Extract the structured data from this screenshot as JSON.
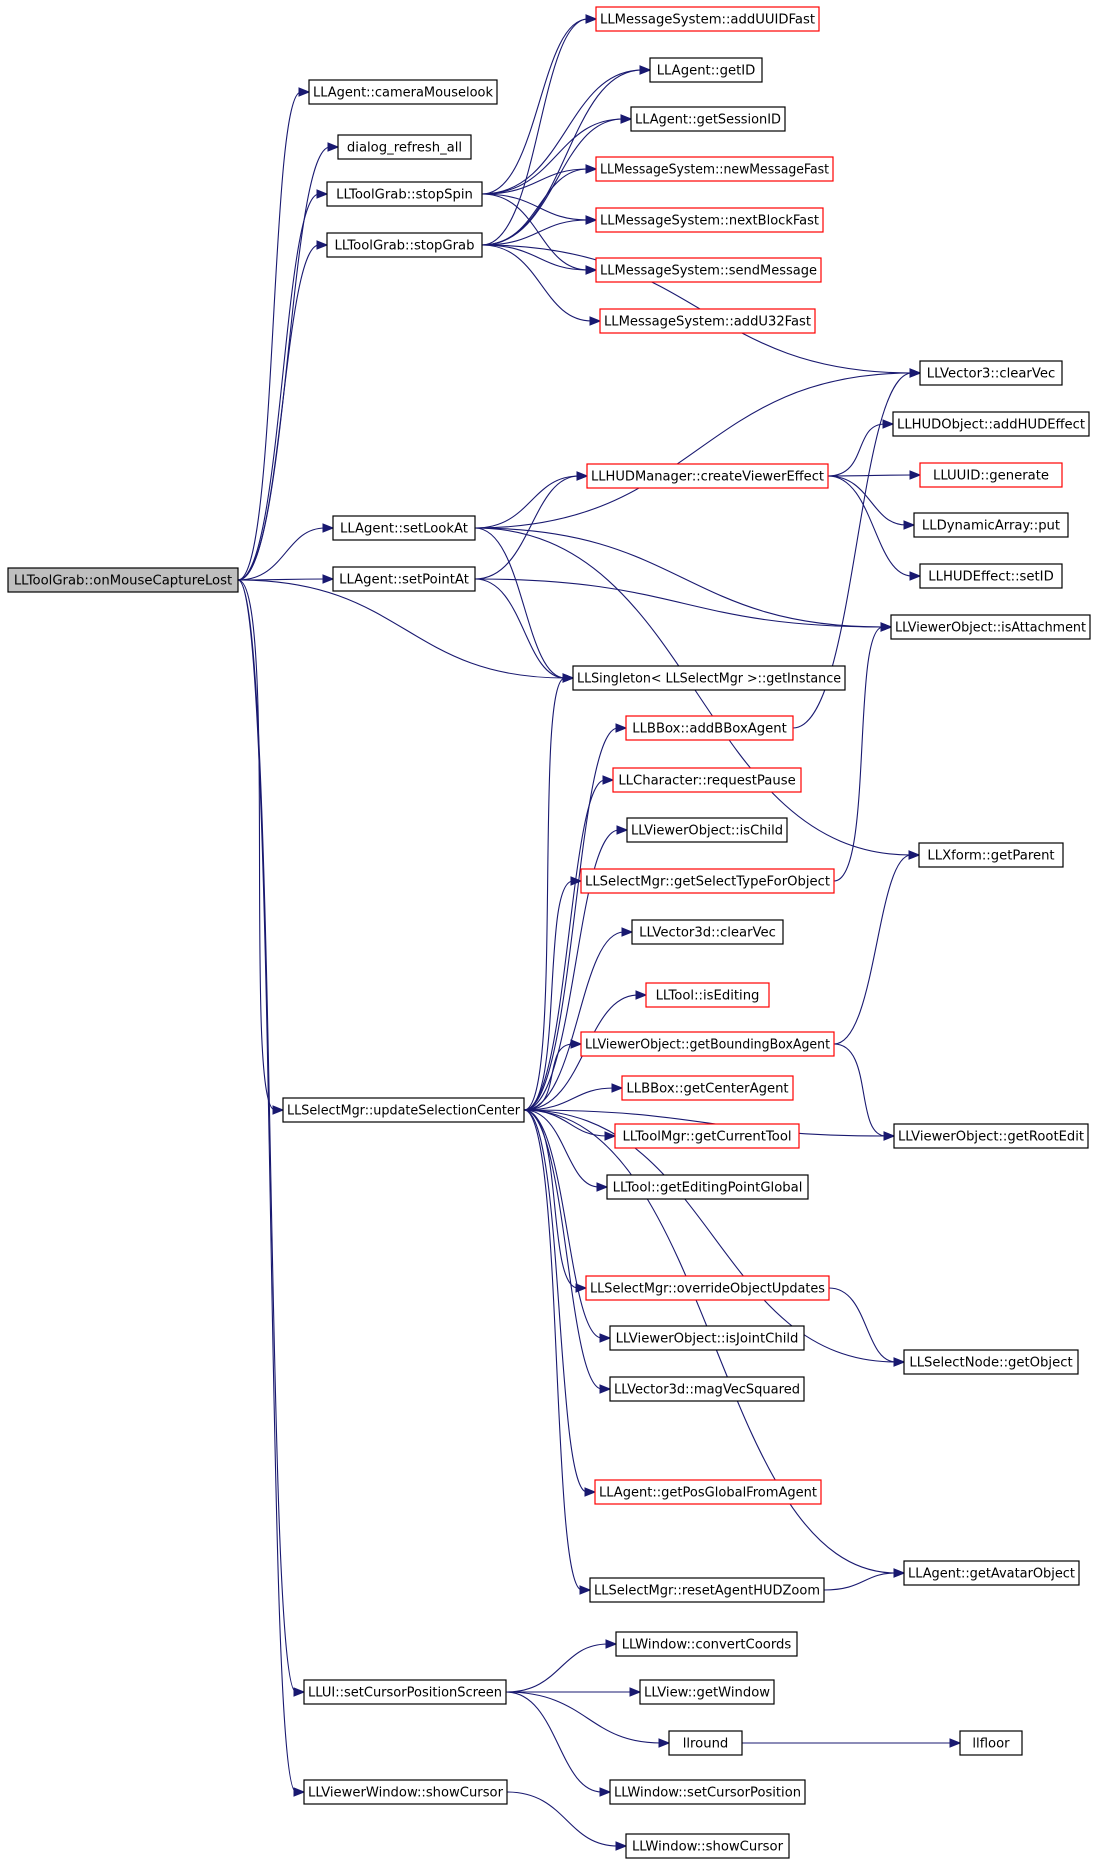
{
  "graph": {
    "title": "",
    "colors": {
      "edge": "#191970",
      "box_border": "#000000",
      "undocumented_border": "#ff0000",
      "root_fill": "#bfbfbf"
    },
    "nodes": [
      {
        "id": "onMouseCaptureLost",
        "label": "LLToolGrab::onMouseCaptureLost",
        "style": "root"
      },
      {
        "id": "cameraMouselook",
        "label": "LLAgent::cameraMouselook",
        "style": "black"
      },
      {
        "id": "dialog_refresh_all",
        "label": "dialog_refresh_all",
        "style": "black"
      },
      {
        "id": "stopSpin",
        "label": "LLToolGrab::stopSpin",
        "style": "black"
      },
      {
        "id": "stopGrab",
        "label": "LLToolGrab::stopGrab",
        "style": "black"
      },
      {
        "id": "setLookAt",
        "label": "LLAgent::setLookAt",
        "style": "black"
      },
      {
        "id": "setPointAt",
        "label": "LLAgent::setPointAt",
        "style": "black"
      },
      {
        "id": "updateSelectionCenter",
        "label": "LLSelectMgr::updateSelectionCenter",
        "style": "black"
      },
      {
        "id": "setCursorPositionScreen",
        "label": "LLUI::setCursorPositionScreen",
        "style": "black"
      },
      {
        "id": "vwShowCursor",
        "label": "LLViewerWindow::showCursor",
        "style": "black"
      },
      {
        "id": "addUUIDFast",
        "label": "LLMessageSystem::addUUIDFast",
        "style": "red"
      },
      {
        "id": "getID",
        "label": "LLAgent::getID",
        "style": "black"
      },
      {
        "id": "getSessionID",
        "label": "LLAgent::getSessionID",
        "style": "black"
      },
      {
        "id": "newMessageFast",
        "label": "LLMessageSystem::newMessageFast",
        "style": "red"
      },
      {
        "id": "nextBlockFast",
        "label": "LLMessageSystem::nextBlockFast",
        "style": "red"
      },
      {
        "id": "sendMessage",
        "label": "LLMessageSystem::sendMessage",
        "style": "red"
      },
      {
        "id": "addU32Fast",
        "label": "LLMessageSystem::addU32Fast",
        "style": "red"
      },
      {
        "id": "createViewerEffect",
        "label": "LLHUDManager::createViewerEffect",
        "style": "red"
      },
      {
        "id": "getInstance",
        "label": "LLSingleton< LLSelectMgr >::getInstance",
        "style": "black"
      },
      {
        "id": "addBBoxAgent",
        "label": "LLBBox::addBBoxAgent",
        "style": "red"
      },
      {
        "id": "requestPause",
        "label": "LLCharacter::requestPause",
        "style": "red"
      },
      {
        "id": "isChild",
        "label": "LLViewerObject::isChild",
        "style": "black"
      },
      {
        "id": "getSelectTypeForObject",
        "label": "LLSelectMgr::getSelectTypeForObject",
        "style": "red"
      },
      {
        "id": "v3dClearVec",
        "label": "LLVector3d::clearVec",
        "style": "black"
      },
      {
        "id": "isEditing",
        "label": "LLTool::isEditing",
        "style": "red"
      },
      {
        "id": "getBoundingBoxAgent",
        "label": "LLViewerObject::getBoundingBoxAgent",
        "style": "red"
      },
      {
        "id": "getCenterAgent",
        "label": "LLBBox::getCenterAgent",
        "style": "red"
      },
      {
        "id": "getCurrentTool",
        "label": "LLToolMgr::getCurrentTool",
        "style": "red"
      },
      {
        "id": "getEditingPointGlobal",
        "label": "LLTool::getEditingPointGlobal",
        "style": "black"
      },
      {
        "id": "overrideObjectUpdates",
        "label": "LLSelectMgr::overrideObjectUpdates",
        "style": "red"
      },
      {
        "id": "isJointChild",
        "label": "LLViewerObject::isJointChild",
        "style": "black"
      },
      {
        "id": "magVecSquared",
        "label": "LLVector3d::magVecSquared",
        "style": "black"
      },
      {
        "id": "getPosGlobalFromAgent",
        "label": "LLAgent::getPosGlobalFromAgent",
        "style": "red"
      },
      {
        "id": "resetAgentHUDZoom",
        "label": "LLSelectMgr::resetAgentHUDZoom",
        "style": "black"
      },
      {
        "id": "convertCoords",
        "label": "LLWindow::convertCoords",
        "style": "black"
      },
      {
        "id": "getWindow",
        "label": "LLView::getWindow",
        "style": "black"
      },
      {
        "id": "llround",
        "label": "llround",
        "style": "black"
      },
      {
        "id": "setCursorPosition",
        "label": "LLWindow::setCursorPosition",
        "style": "black"
      },
      {
        "id": "wShowCursor",
        "label": "LLWindow::showCursor",
        "style": "black"
      },
      {
        "id": "v3ClearVec",
        "label": "LLVector3::clearVec",
        "style": "black"
      },
      {
        "id": "addHUDEffect",
        "label": "LLHUDObject::addHUDEffect",
        "style": "black"
      },
      {
        "id": "generate",
        "label": "LLUUID::generate",
        "style": "red"
      },
      {
        "id": "put",
        "label": "LLDynamicArray::put",
        "style": "black"
      },
      {
        "id": "setID",
        "label": "LLHUDEffect::setID",
        "style": "black"
      },
      {
        "id": "isAttachment",
        "label": "LLViewerObject::isAttachment",
        "style": "black"
      },
      {
        "id": "getParent",
        "label": "LLXform::getParent",
        "style": "black"
      },
      {
        "id": "getRootEdit",
        "label": "LLViewerObject::getRootEdit",
        "style": "black"
      },
      {
        "id": "getObject",
        "label": "LLSelectNode::getObject",
        "style": "black"
      },
      {
        "id": "getAvatarObject",
        "label": "LLAgent::getAvatarObject",
        "style": "black"
      },
      {
        "id": "llfloor",
        "label": "llfloor",
        "style": "black"
      }
    ],
    "edges": [
      [
        "onMouseCaptureLost",
        "cameraMouselook"
      ],
      [
        "onMouseCaptureLost",
        "dialog_refresh_all"
      ],
      [
        "onMouseCaptureLost",
        "stopSpin"
      ],
      [
        "onMouseCaptureLost",
        "stopGrab"
      ],
      [
        "onMouseCaptureLost",
        "setLookAt"
      ],
      [
        "onMouseCaptureLost",
        "setPointAt"
      ],
      [
        "onMouseCaptureLost",
        "getInstance"
      ],
      [
        "onMouseCaptureLost",
        "updateSelectionCenter"
      ],
      [
        "onMouseCaptureLost",
        "setCursorPositionScreen"
      ],
      [
        "onMouseCaptureLost",
        "vwShowCursor"
      ],
      [
        "stopSpin",
        "addUUIDFast"
      ],
      [
        "stopSpin",
        "getID"
      ],
      [
        "stopSpin",
        "getSessionID"
      ],
      [
        "stopSpin",
        "newMessageFast"
      ],
      [
        "stopSpin",
        "nextBlockFast"
      ],
      [
        "stopSpin",
        "sendMessage"
      ],
      [
        "stopGrab",
        "addUUIDFast"
      ],
      [
        "stopGrab",
        "getID"
      ],
      [
        "stopGrab",
        "getSessionID"
      ],
      [
        "stopGrab",
        "newMessageFast"
      ],
      [
        "stopGrab",
        "nextBlockFast"
      ],
      [
        "stopGrab",
        "sendMessage"
      ],
      [
        "stopGrab",
        "addU32Fast"
      ],
      [
        "stopGrab",
        "v3ClearVec"
      ],
      [
        "setLookAt",
        "v3ClearVec"
      ],
      [
        "setLookAt",
        "createViewerEffect"
      ],
      [
        "setLookAt",
        "isAttachment"
      ],
      [
        "setLookAt",
        "getInstance"
      ],
      [
        "setLookAt",
        "getParent"
      ],
      [
        "setPointAt",
        "createViewerEffect"
      ],
      [
        "setPointAt",
        "isAttachment"
      ],
      [
        "setPointAt",
        "getInstance"
      ],
      [
        "createViewerEffect",
        "addHUDEffect"
      ],
      [
        "createViewerEffect",
        "generate"
      ],
      [
        "createViewerEffect",
        "put"
      ],
      [
        "createViewerEffect",
        "setID"
      ],
      [
        "addBBoxAgent",
        "v3ClearVec"
      ],
      [
        "getSelectTypeForObject",
        "isAttachment"
      ],
      [
        "getBoundingBoxAgent",
        "getParent"
      ],
      [
        "getBoundingBoxAgent",
        "getRootEdit"
      ],
      [
        "overrideObjectUpdates",
        "getObject"
      ],
      [
        "resetAgentHUDZoom",
        "getAvatarObject"
      ],
      [
        "updateSelectionCenter",
        "getInstance"
      ],
      [
        "updateSelectionCenter",
        "addBBoxAgent"
      ],
      [
        "updateSelectionCenter",
        "requestPause"
      ],
      [
        "updateSelectionCenter",
        "isChild"
      ],
      [
        "updateSelectionCenter",
        "getSelectTypeForObject"
      ],
      [
        "updateSelectionCenter",
        "v3dClearVec"
      ],
      [
        "updateSelectionCenter",
        "isEditing"
      ],
      [
        "updateSelectionCenter",
        "getBoundingBoxAgent"
      ],
      [
        "updateSelectionCenter",
        "getCenterAgent"
      ],
      [
        "updateSelectionCenter",
        "getCurrentTool"
      ],
      [
        "updateSelectionCenter",
        "getEditingPointGlobal"
      ],
      [
        "updateSelectionCenter",
        "getRootEdit"
      ],
      [
        "updateSelectionCenter",
        "overrideObjectUpdates"
      ],
      [
        "updateSelectionCenter",
        "isJointChild"
      ],
      [
        "updateSelectionCenter",
        "magVecSquared"
      ],
      [
        "updateSelectionCenter",
        "getObject"
      ],
      [
        "updateSelectionCenter",
        "getPosGlobalFromAgent"
      ],
      [
        "updateSelectionCenter",
        "getAvatarObject"
      ],
      [
        "updateSelectionCenter",
        "resetAgentHUDZoom"
      ],
      [
        "setCursorPositionScreen",
        "convertCoords"
      ],
      [
        "setCursorPositionScreen",
        "getWindow"
      ],
      [
        "setCursorPositionScreen",
        "llround"
      ],
      [
        "setCursorPositionScreen",
        "setCursorPosition"
      ],
      [
        "llround",
        "llfloor"
      ],
      [
        "vwShowCursor",
        "wShowCursor"
      ]
    ]
  }
}
